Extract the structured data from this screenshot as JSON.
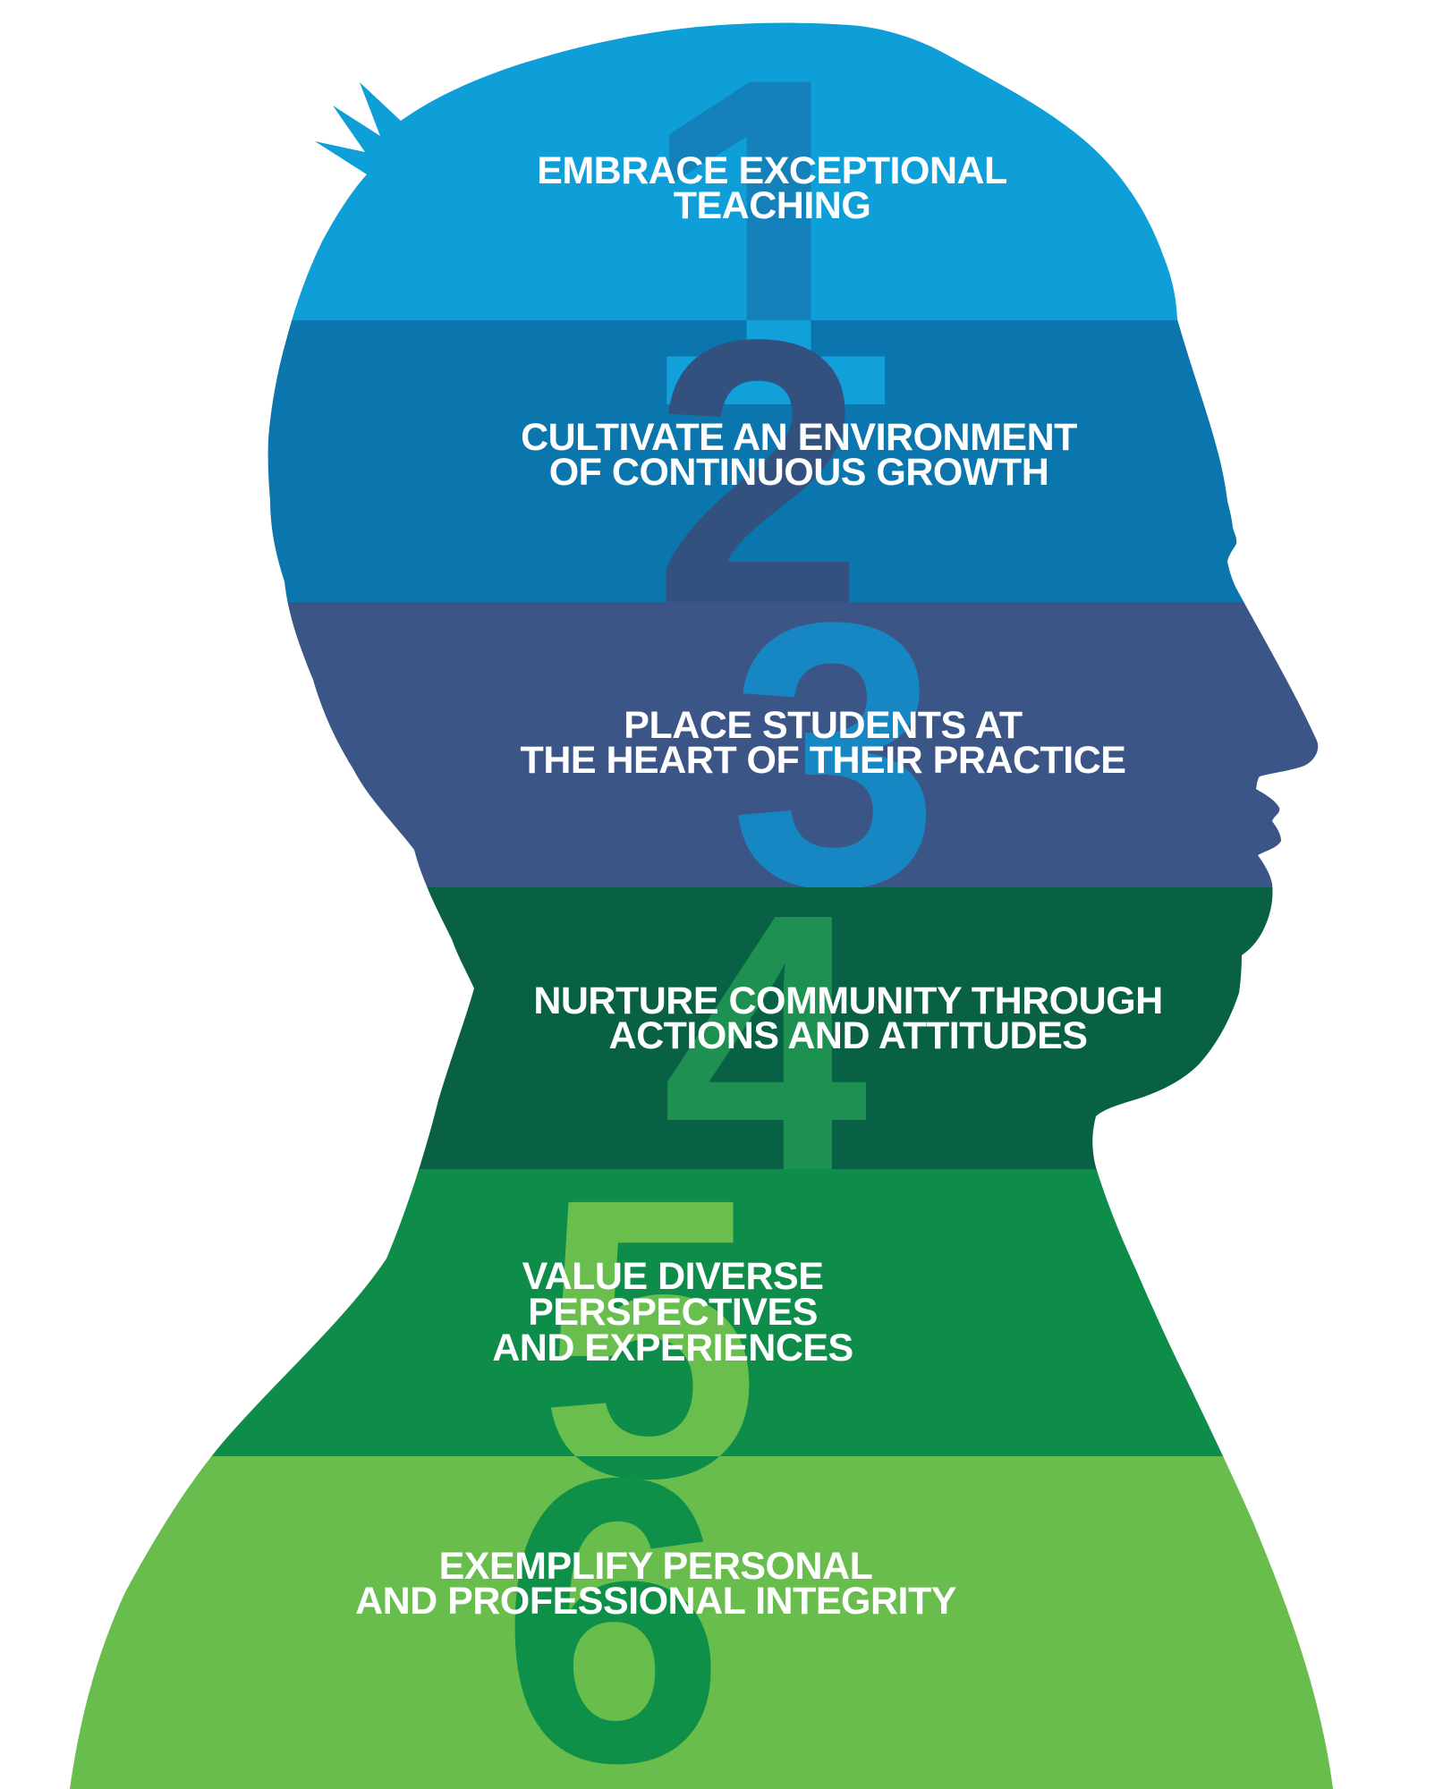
{
  "background_color": "#FFFFFF",
  "caption_text_color": "#FFFFFF",
  "figure": "head-profile-silhouette",
  "bands": [
    {
      "number": "1",
      "lines": [
        "EMBRACE EXCEPTIONAL",
        "TEACHING"
      ],
      "color": "#0E9FD8",
      "digit_color": "#1581BA",
      "digit_overflow_color": "#11A0DA"
    },
    {
      "number": "2",
      "lines": [
        "CULTIVATE AN ENVIRONMENT",
        "OF CONTINUOUS GROWTH"
      ],
      "color": "#0B76AD",
      "digit_color": "#33517E"
    },
    {
      "number": "3",
      "lines": [
        "PLACE STUDENTS AT",
        "THE HEART OF THEIR PRACTICE"
      ],
      "color": "#3B5586",
      "digit_color": "#1787C4"
    },
    {
      "number": "4",
      "lines": [
        "NURTURE COMMUNITY THROUGH",
        "ACTIONS AND ATTITUDES"
      ],
      "color": "#086045",
      "digit_color": "#1E9052"
    },
    {
      "number": "5",
      "lines": [
        "VALUE DIVERSE",
        "PERSPECTIVES",
        "AND EXPERIENCES"
      ],
      "color": "#0E8C49",
      "digit_color": "#69BE4D",
      "digit_overflow_color": "#0E8C49"
    },
    {
      "number": "6",
      "lines": [
        "EXEMPLIFY PERSONAL",
        "AND PROFESSIONAL INTEGRITY"
      ],
      "color": "#68BD4C",
      "digit_color": "#0F9049"
    }
  ]
}
